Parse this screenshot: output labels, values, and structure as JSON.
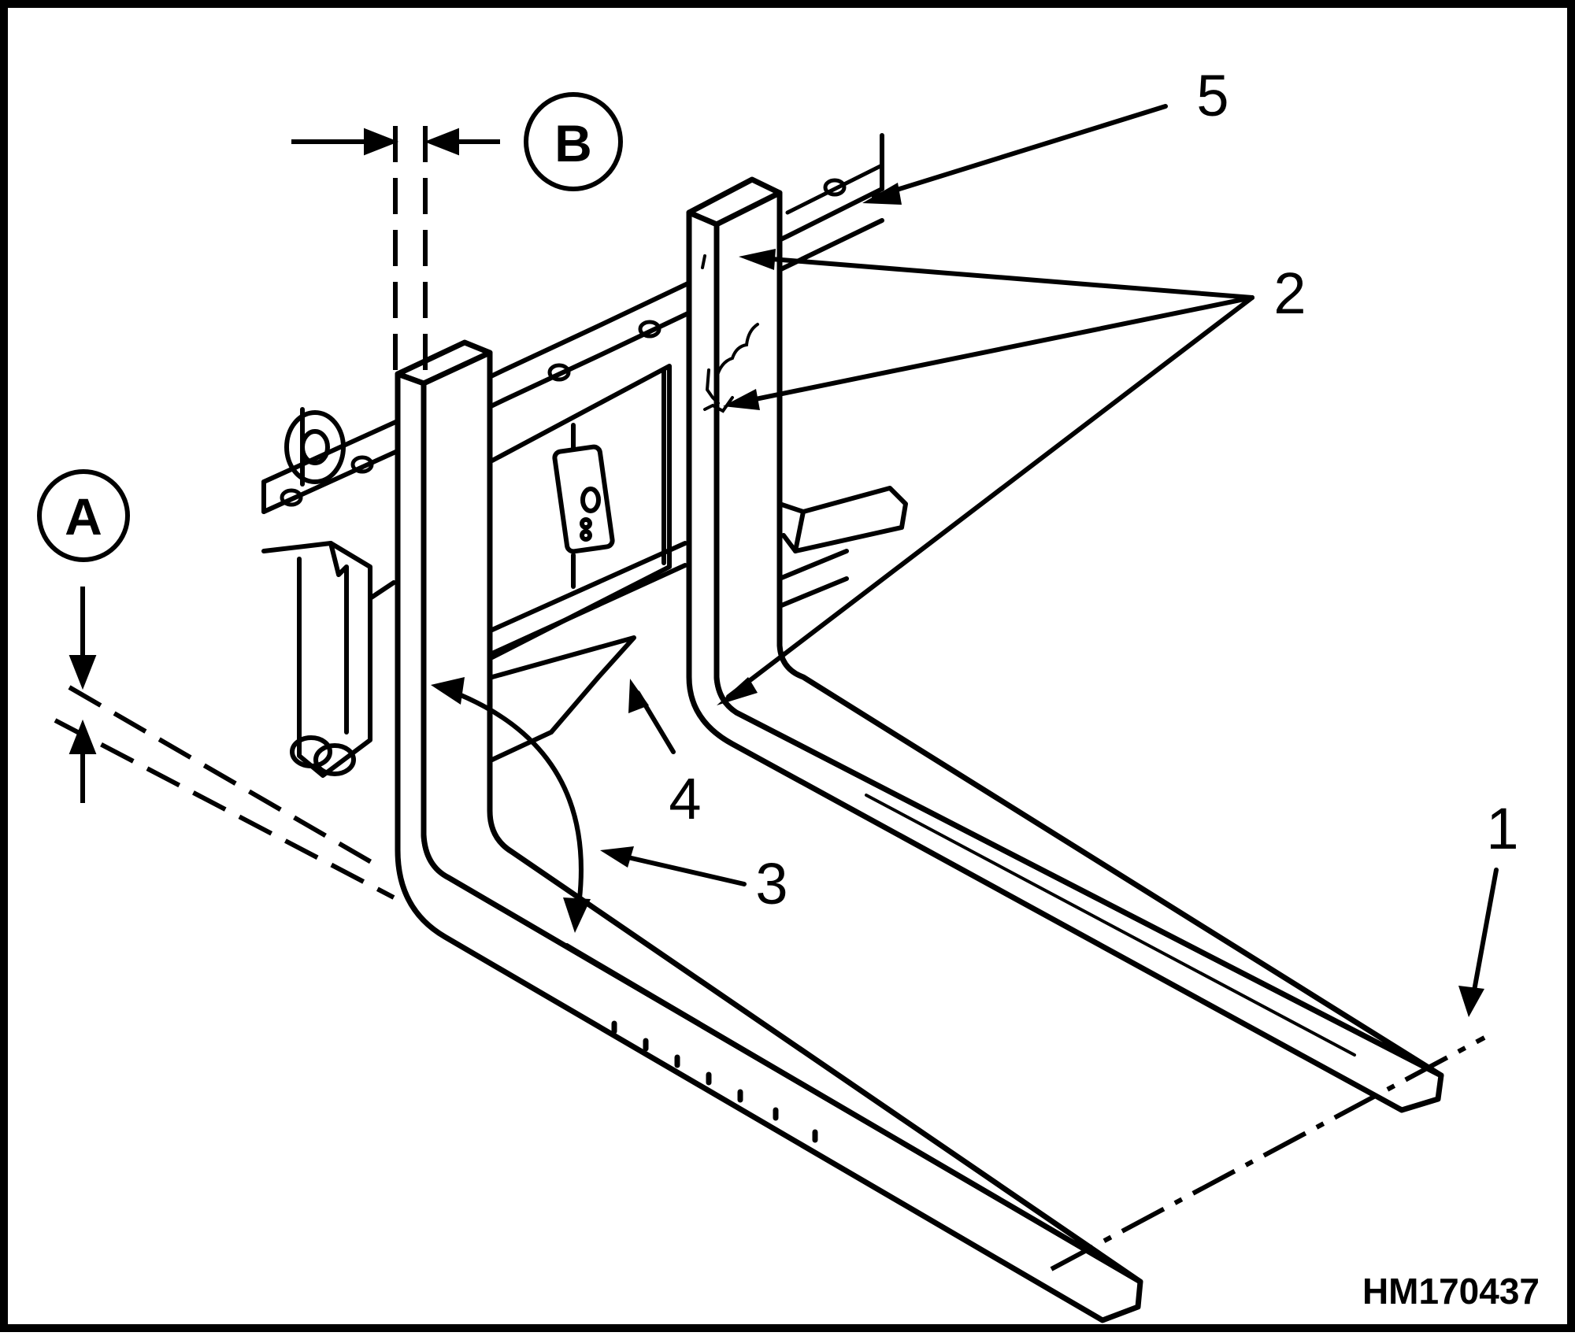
{
  "figure": {
    "id_label": "HM170437",
    "dimension_labels": {
      "a": "A",
      "b": "B"
    },
    "callouts": {
      "c1": "1",
      "c2": "2",
      "c3": "3",
      "c4": "4",
      "c5": "5"
    },
    "colors": {
      "ink": "#000000",
      "paper": "#ffffff"
    }
  }
}
